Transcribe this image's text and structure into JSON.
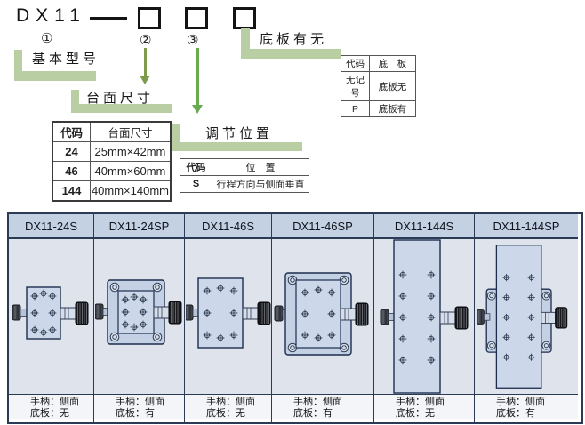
{
  "title": {
    "model": "DX11",
    "circle_1": "①",
    "circle_2": "②",
    "circle_3": "③"
  },
  "labels": {
    "basic_model": "基本型号",
    "table_size": "台面尺寸",
    "adjust_position": "调节位置",
    "base_plate": "底板有无"
  },
  "size_table": {
    "headers": [
      "代码",
      "台面尺寸"
    ],
    "rows": [
      [
        "24",
        "25mm×42mm"
      ],
      [
        "46",
        "40mm×60mm"
      ],
      [
        "144",
        "40mm×140mm"
      ]
    ]
  },
  "position_table": {
    "headers": [
      "代码",
      "位　置"
    ],
    "rows": [
      [
        "S",
        "行程方向与侧面垂直"
      ]
    ]
  },
  "baseplate_table": {
    "headers": [
      "代码",
      "底　板"
    ],
    "rows": [
      [
        "无记号",
        "底板无"
      ],
      [
        "P",
        "底板有"
      ]
    ]
  },
  "products": [
    {
      "model": "DX11-24S",
      "handle": "手柄：侧面",
      "base": "底板：无"
    },
    {
      "model": "DX11-24SP",
      "handle": "手柄：侧面",
      "base": "底板：有"
    },
    {
      "model": "DX11-46S",
      "handle": "手柄：侧面",
      "base": "底板：无"
    },
    {
      "model": "DX11-46SP",
      "handle": "手柄：侧面",
      "base": "底板：有"
    },
    {
      "model": "DX11-144S",
      "handle": "手柄：侧面",
      "base": "底板：无"
    },
    {
      "model": "DX11-144SP",
      "handle": "手柄：侧面",
      "base": "底板：有"
    }
  ],
  "colors": {
    "connector_green": "#b9cfa3",
    "arrow_olive": "#7d9a4d",
    "arrow_green": "#69a94f",
    "matrix_header_bg": "#c3d1e3",
    "matrix_cell_bg": "#dee3ec",
    "matrix_line": "#2b3a55",
    "plate_fill": "#ccd8ea",
    "baseplate_fill": "#c4d1e4"
  }
}
